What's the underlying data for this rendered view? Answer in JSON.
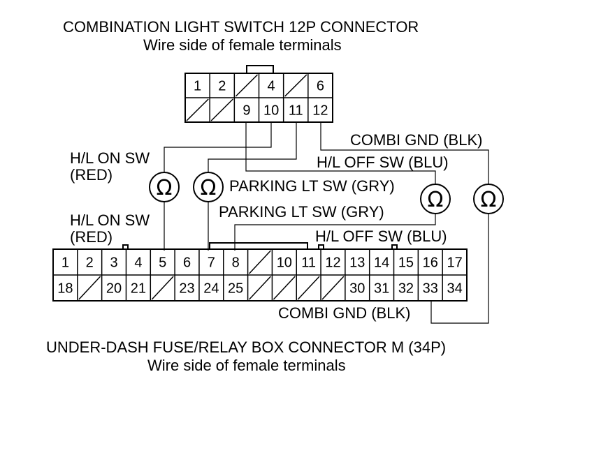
{
  "top_connector": {
    "title": "COMBINATION LIGHT SWITCH 12P CONNECTOR",
    "subtitle": "Wire side of female terminals",
    "row1": [
      "1",
      "2",
      "",
      "4",
      "",
      "6"
    ],
    "row2": [
      "",
      "",
      "9",
      "10",
      "11",
      "12"
    ]
  },
  "bottom_connector": {
    "title": "UNDER-DASH FUSE/RELAY BOX CONNECTOR M (34P)",
    "subtitle": "Wire side of female terminals",
    "row1": [
      "1",
      "2",
      "3",
      "4",
      "5",
      "6",
      "7",
      "8",
      "",
      "10",
      "11",
      "12",
      "13",
      "14",
      "15",
      "16",
      "17"
    ],
    "row2": [
      "18",
      "",
      "20",
      "21",
      "",
      "23",
      "24",
      "25",
      "",
      "",
      "",
      "",
      "30",
      "31",
      "32",
      "33",
      "34"
    ]
  },
  "labels": {
    "hl_on_sw_1": "H/L ON SW",
    "red_1": "(RED)",
    "hl_on_sw_2": "H/L ON SW",
    "red_2": "(RED)",
    "parking_lt_sw_1": "PARKING LT SW (GRY)",
    "parking_lt_sw_2": "PARKING LT SW (GRY)",
    "hl_off_sw_1": "H/L OFF SW (BLU)",
    "hl_off_sw_2": "H/L OFF SW (BLU)",
    "combi_gnd_1": "COMBI GND (BLK)",
    "combi_gnd_2": "COMBI GND (BLK)"
  },
  "ohmmeter_symbol": "Ω"
}
